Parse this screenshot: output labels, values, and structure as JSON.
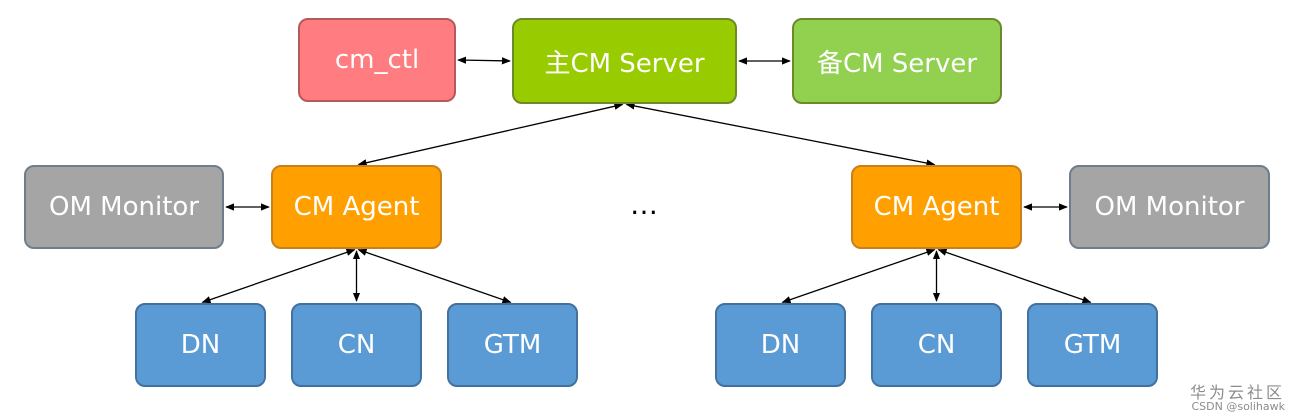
{
  "nodes": {
    "cm_ctl": {
      "label": "cm_ctl",
      "color": "#ff7c80"
    },
    "primary_server": {
      "label": "主CM Server",
      "color": "#99cc00"
    },
    "standby_server": {
      "label": "备CM Server",
      "color": "#92d050"
    },
    "om_monitor_left": {
      "label": "OM Monitor",
      "color": "#a5a5a5"
    },
    "cm_agent_left": {
      "label": "CM Agent",
      "color": "#ffa000"
    },
    "cm_agent_right": {
      "label": "CM Agent",
      "color": "#ffa000"
    },
    "om_monitor_right": {
      "label": "OM Monitor",
      "color": "#a5a5a5"
    },
    "dn_left": {
      "label": "DN",
      "color": "#5b9bd5"
    },
    "cn_left": {
      "label": "CN",
      "color": "#5b9bd5"
    },
    "gtm_left": {
      "label": "GTM",
      "color": "#5b9bd5"
    },
    "dn_right": {
      "label": "DN",
      "color": "#5b9bd5"
    },
    "cn_right": {
      "label": "CN",
      "color": "#5b9bd5"
    },
    "gtm_right": {
      "label": "GTM",
      "color": "#5b9bd5"
    }
  },
  "edges": [
    {
      "from": "cm_ctl",
      "to": "primary_server",
      "bidirectional": true
    },
    {
      "from": "primary_server",
      "to": "standby_server",
      "bidirectional": true
    },
    {
      "from": "primary_server",
      "to": "cm_agent_left",
      "bidirectional": true
    },
    {
      "from": "primary_server",
      "to": "cm_agent_right",
      "bidirectional": true
    },
    {
      "from": "om_monitor_left",
      "to": "cm_agent_left",
      "bidirectional": true
    },
    {
      "from": "cm_agent_right",
      "to": "om_monitor_right",
      "bidirectional": true
    },
    {
      "from": "cm_agent_left",
      "to": "dn_left",
      "bidirectional": true
    },
    {
      "from": "cm_agent_left",
      "to": "cn_left",
      "bidirectional": true
    },
    {
      "from": "cm_agent_left",
      "to": "gtm_left",
      "bidirectional": true
    },
    {
      "from": "cm_agent_right",
      "to": "dn_right",
      "bidirectional": true
    },
    {
      "from": "cm_agent_right",
      "to": "cn_right",
      "bidirectional": true
    },
    {
      "from": "cm_agent_right",
      "to": "gtm_right",
      "bidirectional": true
    }
  ],
  "ellipsis": "…",
  "watermark": {
    "line1": "华为云社区",
    "line2": "CSDN @solihawk"
  }
}
